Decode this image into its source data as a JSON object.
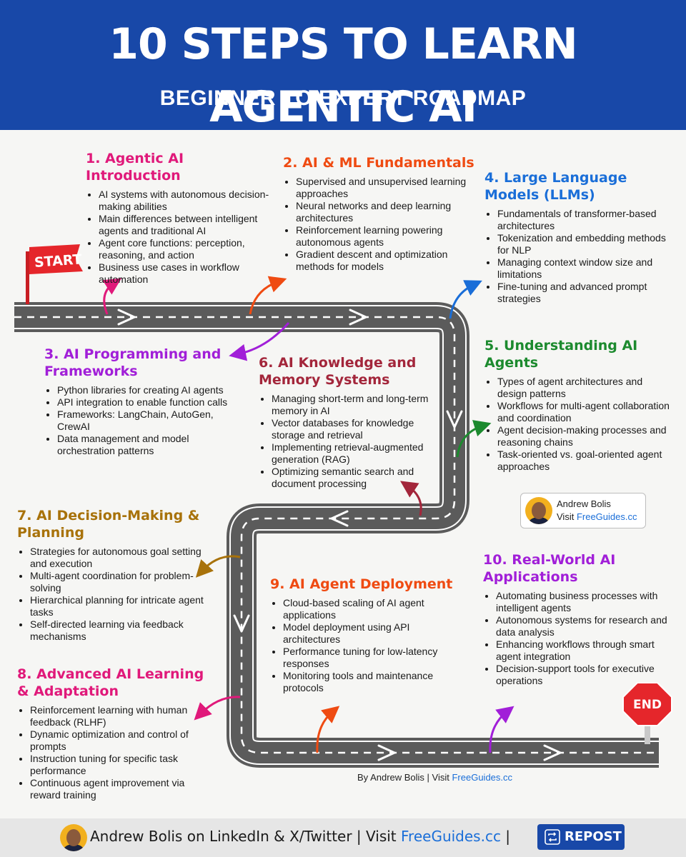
{
  "header": {
    "title": "10 STEPS TO LEARN AGENTIC AI",
    "subtitle": "BEGINNER TO EXPERT ROADMAP"
  },
  "signs": {
    "start": "START",
    "end": "END"
  },
  "steps": [
    {
      "title": "1. Agentic AI Introduction",
      "color": "#e0197a",
      "bullets": [
        "AI systems with autonomous decision-making abilities",
        "Main differences between intelligent agents and traditional AI",
        "Agent core functions: perception, reasoning, and action",
        "Business use cases in workflow automation"
      ]
    },
    {
      "title": "2. AI & ML Fundamentals",
      "color": "#ef4b12",
      "bullets": [
        "Supervised and unsupervised learning approaches",
        "Neural networks and deep learning architectures",
        "Reinforcement learning powering autonomous agents",
        "Gradient descent and optimization methods for models"
      ]
    },
    {
      "title": "3. AI Programming and Frameworks",
      "color": "#a11fd8",
      "bullets": [
        "Python libraries for creating AI agents",
        "API integration to enable function calls",
        "Frameworks: LangChain, AutoGen, CrewAI",
        "Data management and model orchestration patterns"
      ]
    },
    {
      "title": "4. Large Language Models (LLMs)",
      "color": "#1a6ed8",
      "bullets": [
        "Fundamentals of transformer-based architectures",
        "Tokenization and embedding methods for NLP",
        "Managing context window size and limitations",
        "Fine-tuning and advanced prompt strategies"
      ]
    },
    {
      "title": "5. Understanding AI Agents",
      "color": "#1c8a2e",
      "bullets": [
        "Types of agent architectures and design patterns",
        "Workflows for multi-agent collaboration and coordination",
        "Agent decision-making processes and reasoning chains",
        "Task-oriented vs. goal-oriented agent approaches"
      ]
    },
    {
      "title": "6. AI Knowledge and Memory Systems",
      "color": "#a3263b",
      "bullets": [
        "Managing short-term and long-term memory in AI",
        "Vector databases for knowledge storage and retrieval",
        "Implementing retrieval-augmented generation (RAG)",
        "Optimizing semantic search and document processing"
      ]
    },
    {
      "title": "7. AI Decision-Making & Planning",
      "color": "#a8720a",
      "bullets": [
        "Strategies for autonomous goal setting and execution",
        "Multi-agent coordination for problem-solving",
        "Hierarchical planning for intricate agent tasks",
        "Self-directed learning via feedback mechanisms"
      ]
    },
    {
      "title": "8. Advanced AI Learning & Adaptation",
      "color": "#e0197a",
      "bullets": [
        "Reinforcement learning with human feedback (RLHF)",
        "Dynamic optimization and control of prompts",
        "Instruction tuning for specific task performance",
        "Continuous agent improvement via reward training"
      ]
    },
    {
      "title": "9. AI Agent Deployment",
      "color": "#ef4b12",
      "bullets": [
        "Cloud-based scaling of AI agent applications",
        "Model deployment using API architectures",
        "Performance tuning for low-latency responses",
        "Monitoring tools and maintenance protocols"
      ]
    },
    {
      "title": "10. Real-World AI Applications",
      "color": "#a11fd8",
      "bullets": [
        "Automating business processes with intelligent agents",
        "Autonomous systems for research and data analysis",
        "Enhancing workflows through smart agent integration",
        "Decision-support tools for executive operations"
      ]
    }
  ],
  "author_card": {
    "name": "Andrew Bolis",
    "visit_prefix": "Visit ",
    "link": "FreeGuides.cc"
  },
  "byline": {
    "prefix": "By Andrew Bolis | Visit ",
    "link": "FreeGuides.cc"
  },
  "footer": {
    "text_prefix": "Andrew Bolis on LinkedIn & X/Twitter | Visit ",
    "link": "FreeGuides.cc",
    "text_suffix": " |",
    "repost_label": "REPOST"
  },
  "colors": {
    "header_bg": "#1848a8",
    "road": "#5b5b5b",
    "sign_red": "#e5262b",
    "pink": "#e0197a",
    "orange": "#ef4b12",
    "blue": "#1a6ed8",
    "purple": "#a11fd8",
    "green": "#1c8a2e",
    "maroon": "#a3263b",
    "gold": "#a8720a"
  }
}
